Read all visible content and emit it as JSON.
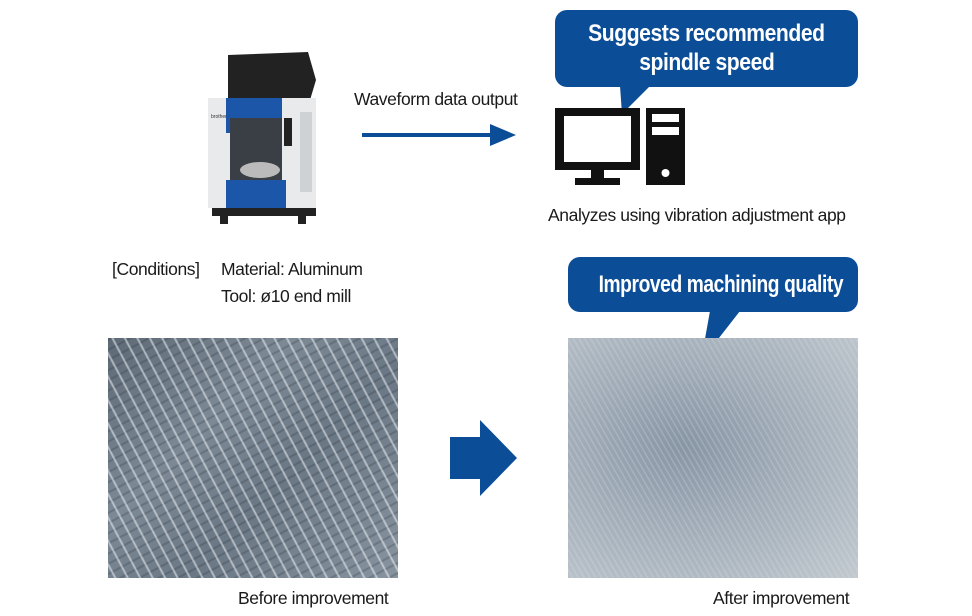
{
  "machine": {
    "brand_label": "brother"
  },
  "flow": {
    "waveform_label": "Waveform data output",
    "analyzes_label": "Analyzes using vibration adjustment app"
  },
  "bubbles": {
    "suggest_line1": "Suggests recommended",
    "suggest_line2": "spindle speed",
    "improved": "Improved machining quality"
  },
  "conditions": {
    "heading": "[Conditions]",
    "material": "Material: Aluminum",
    "tool": "Tool: ø10 end mill"
  },
  "captions": {
    "before": "Before improvement",
    "after": "After improvement"
  },
  "colors": {
    "accent": "#0b4d97",
    "icon": "#111111"
  }
}
